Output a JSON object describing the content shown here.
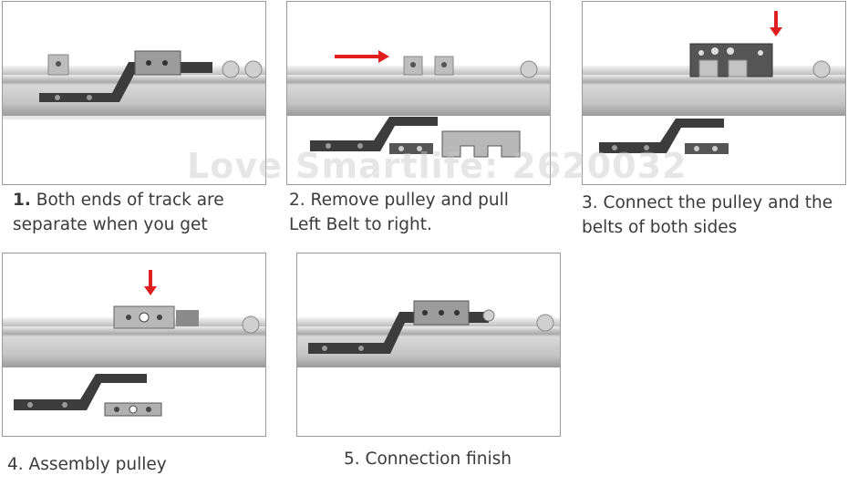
{
  "steps": [
    {
      "num": "1.",
      "line1": "Both ends of track are",
      "line2": "separate when you get"
    },
    {
      "num": "2.",
      "line1": "Remove pulley and pull",
      "line2": "Left Belt to right."
    },
    {
      "num": "3.",
      "line1": "Connect the pulley and the",
      "line2": "belts of both sides"
    },
    {
      "num": "4.",
      "line1": "Assembly pulley",
      "line2": ""
    },
    {
      "num": "5.",
      "line1": "Connection finish",
      "line2": ""
    }
  ],
  "watermark": "Love Smartlife: 2620032",
  "colors": {
    "arrow": "#e02020",
    "track": "#cfcfcf",
    "metal": "#3c3c3c",
    "plate": "#b8b8b8"
  }
}
